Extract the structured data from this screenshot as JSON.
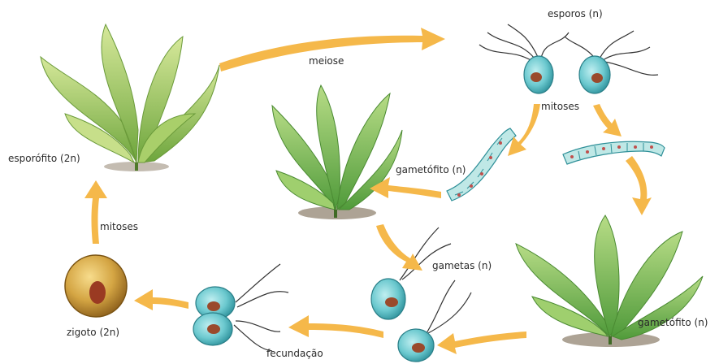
{
  "labels": {
    "esporofito": "esporófito (2n)",
    "meiose": "meiose",
    "esporos": "esporos (n)",
    "mitoses_top": "mitoses",
    "gametofito_mid": "gametófito (n)",
    "mitoses_left": "mitoses",
    "gametas": "gametas (n)",
    "gametofito_right": "gametófito (n)",
    "zigoto": "zigoto (2n)",
    "fecundacao": "fecundação"
  },
  "colors": {
    "arrow": "#f5b84a",
    "leaf_light": "#b9d676",
    "leaf_mid": "#8fbe4f",
    "leaf_dark": "#5e9a35",
    "cell_fill": "#5fc4c9",
    "cell_edge": "#2e8f98",
    "nucleus": "#9a4a2c",
    "zygote_fill": "#c89a3e",
    "soil": "#8a7a66"
  }
}
